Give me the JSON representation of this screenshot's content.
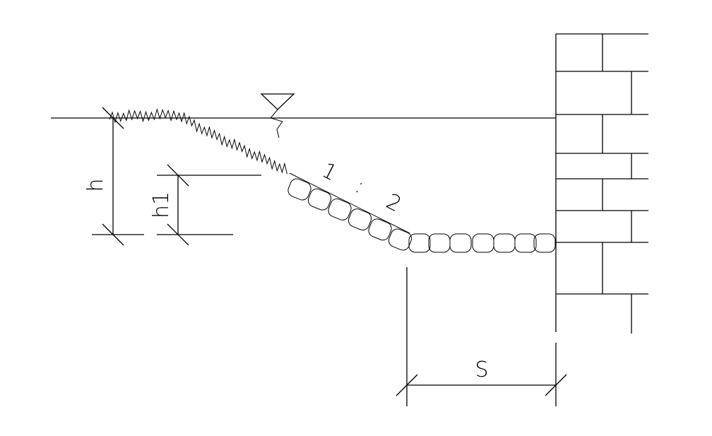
{
  "labels": {
    "h": "h",
    "h1": "h1",
    "s": "S",
    "slope_1": "1",
    "slope_sep": ":",
    "slope_2": "2"
  },
  "icons": {
    "water_level": "water-level-triangle-icon"
  },
  "colors": {
    "line": "#000000",
    "background": "#ffffff"
  }
}
